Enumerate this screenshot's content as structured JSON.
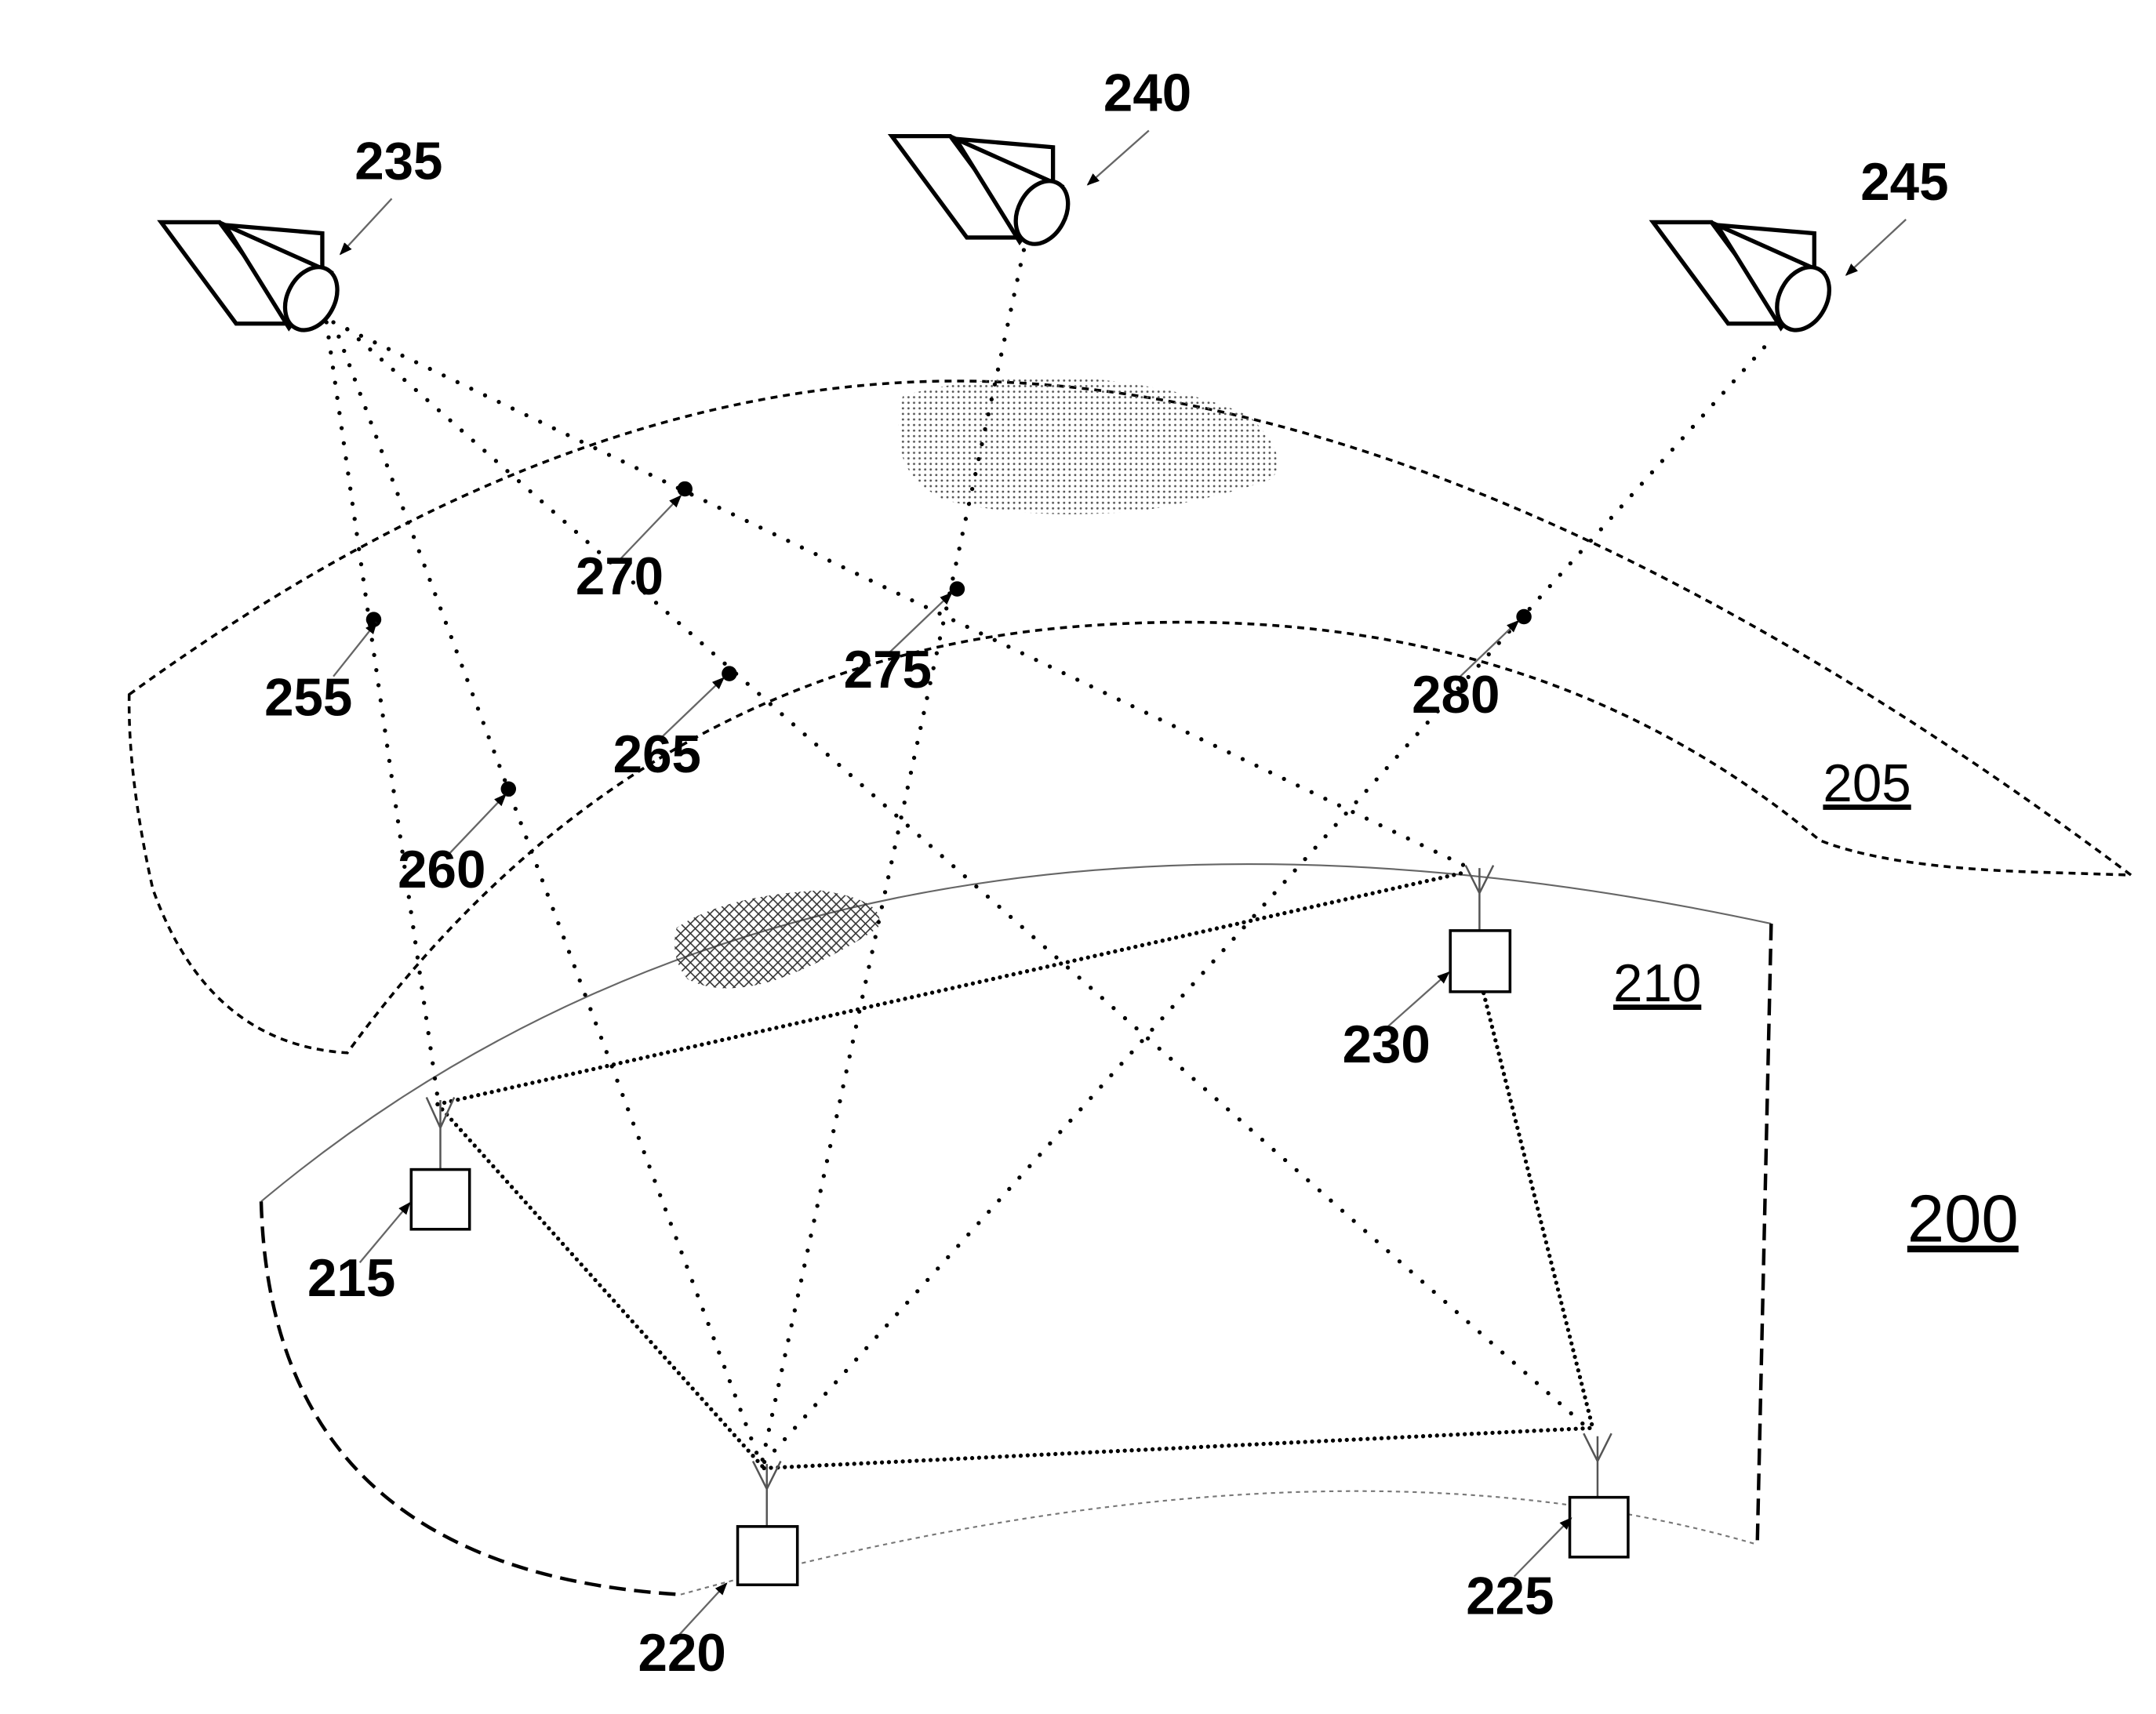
{
  "figure": {
    "number": "200"
  },
  "regions": {
    "upper": "205",
    "lower": "210"
  },
  "satellites": {
    "left": "235",
    "center": "240",
    "right": "245"
  },
  "points": {
    "p255": "255",
    "p260": "260",
    "p265": "265",
    "p270": "270",
    "p275": "275",
    "p280": "280"
  },
  "nodes": {
    "n215": "215",
    "n220": "220",
    "n225": "225",
    "n230": "230"
  }
}
